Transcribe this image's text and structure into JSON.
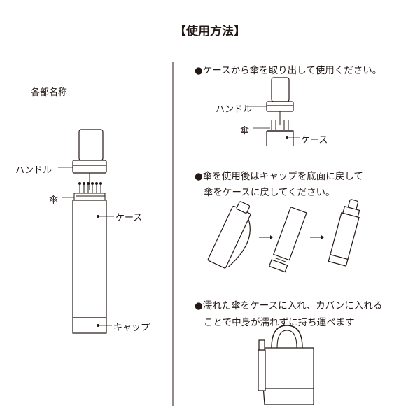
{
  "title": "【使用方法】",
  "parts": {
    "heading": "各部名称",
    "handle": "ハンドル",
    "umbrella": "傘",
    "case": "ケース",
    "cap": "キャップ"
  },
  "steps": [
    {
      "text": "●ケースから傘を取り出して使用ください。",
      "labels": {
        "handle": "ハンドル",
        "umbrella": "傘",
        "case": "ケース"
      }
    },
    {
      "lines": [
        "●傘を使用後はキャップを底面に戻して",
        "傘をケースに戻してください。"
      ]
    },
    {
      "lines": [
        "●濡れた傘をケースに入れ、カバンに入れる",
        "ことで中身が濡れずに持ち運べます"
      ]
    }
  ]
}
